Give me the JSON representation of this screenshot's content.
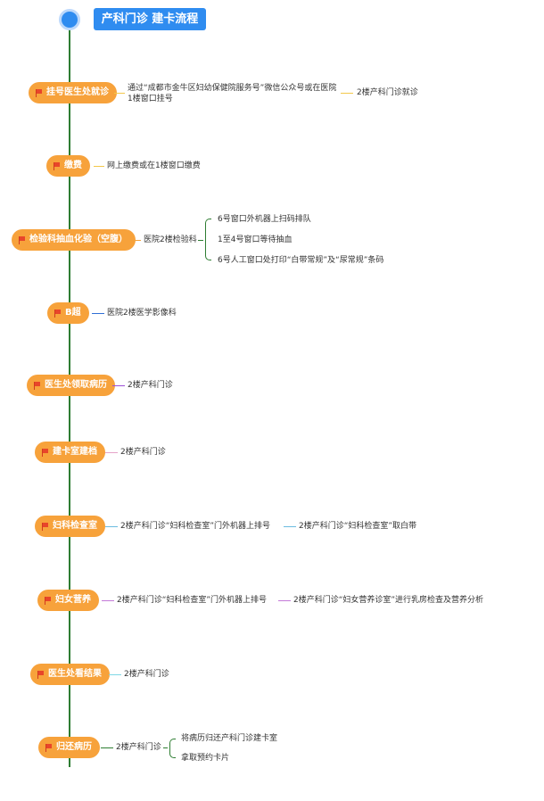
{
  "title": "产科门诊 建卡流程",
  "steps": [
    {
      "label": "挂号医生处就诊",
      "details": [
        "通过“成都市金牛区妇幼保健院服务号”微信公众号或在医院1楼窗口挂号",
        "2楼产科门诊就诊"
      ]
    },
    {
      "label": "缴费",
      "details": [
        "网上缴费或在1楼窗口缴费"
      ]
    },
    {
      "label": "检验科抽血化验（空腹）",
      "details": [
        "医院2楼检验科",
        "6号窗口外机器上扫码排队",
        "1至4号窗口等待抽血",
        "6号人工窗口处打印“白带常规”及“尿常规”条码"
      ]
    },
    {
      "label": "B超",
      "details": [
        "医院2楼医学影像科"
      ]
    },
    {
      "label": "医生处领取病历",
      "details": [
        "2楼产科门诊"
      ]
    },
    {
      "label": "建卡室建档",
      "details": [
        "2楼产科门诊"
      ]
    },
    {
      "label": "妇科检查室",
      "details": [
        "2楼产科门诊“妇科检查室”门外机器上排号",
        "2楼产科门诊“妇科检查室”取白带"
      ]
    },
    {
      "label": "妇女营养",
      "details": [
        "2楼产科门诊“妇科检查室”门外机器上排号",
        "2楼产科门诊“妇女营养诊室”进行乳房检查及营养分析"
      ]
    },
    {
      "label": "医生处看结果",
      "details": [
        "2楼产科门诊"
      ]
    },
    {
      "label": "归还病历",
      "details": [
        "2楼产科门诊",
        "将病历归还产科门诊建卡室",
        "拿取预约卡片"
      ]
    }
  ],
  "colors": {
    "accent": "#2f8cf0",
    "step_fill": "#f7a23b",
    "spine": "#2e7d32",
    "flag": "#e8452a"
  }
}
